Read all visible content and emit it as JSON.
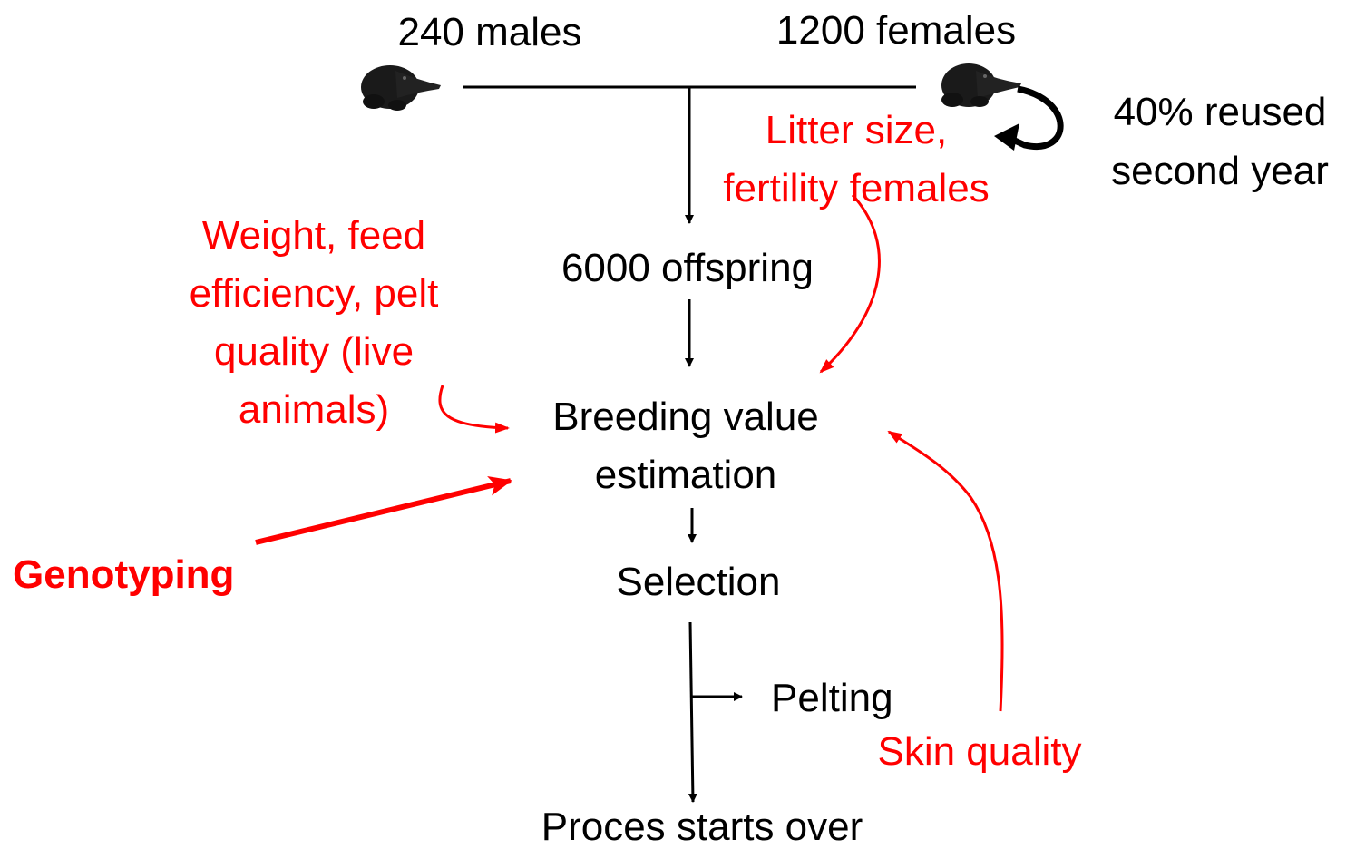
{
  "colors": {
    "text": "#000000",
    "accent": "#ff0000",
    "background": "#ffffff"
  },
  "icons": {
    "left_animal": "mink-icon",
    "right_animal": "mink-icon"
  },
  "labels": {
    "males": "240 males",
    "females": "1200 females",
    "reused_line1": "40% reused",
    "reused_line2": "second year",
    "litter_line1": "Litter size,",
    "litter_line2": "fertility females",
    "offspring": "6000 offspring",
    "weight_line1": "Weight, feed",
    "weight_line2": "efficiency, pelt",
    "weight_line3": "quality (live",
    "weight_line4": "animals)",
    "bve_line1": "Breeding value",
    "bve_line2": "estimation",
    "genotyping": "Genotyping",
    "selection": "Selection",
    "pelting": "Pelting",
    "skin_quality": "Skin quality",
    "restart": "Proces starts over"
  }
}
